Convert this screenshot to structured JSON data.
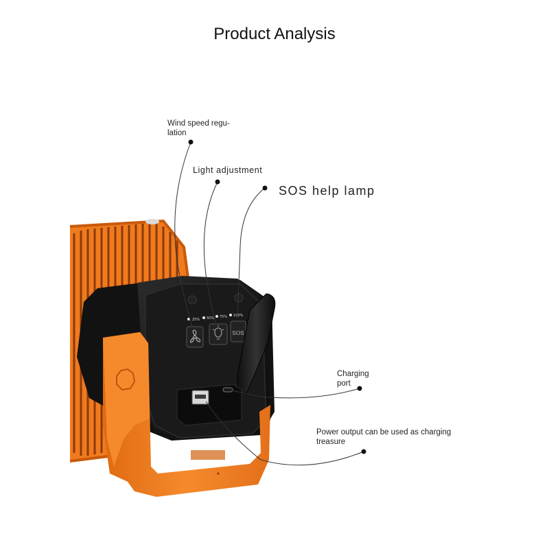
{
  "title": "Product Analysis",
  "callouts": {
    "wind": "Wind speed regu-\nlation",
    "light": "Light adjustment",
    "sos": "SOS help lamp",
    "charging": "Charging\nport",
    "power": "Power output can be used as charging\ntreasure"
  },
  "device": {
    "indicator_1": "25%",
    "indicator_2": "50%",
    "indicator_3": "75%",
    "indicator_4": "100%",
    "sos_button_text": "SOS"
  },
  "colors": {
    "accent_orange": "#f07a1e",
    "body_black": "#1c1c1c",
    "background": "#ffffff"
  }
}
